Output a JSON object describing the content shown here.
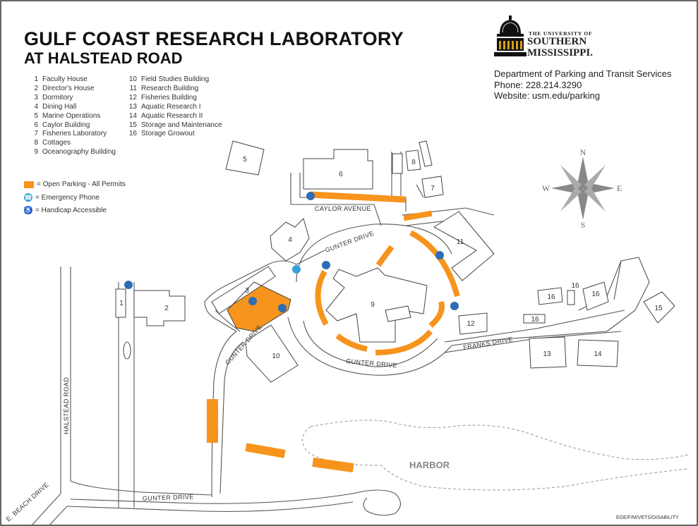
{
  "title": "GULF COAST RESEARCH LABORATORY",
  "subtitle": "AT HALSTEAD ROAD",
  "buildings_col1": [
    {
      "num": "1",
      "name": "Faculty House"
    },
    {
      "num": "2",
      "name": "Director's House"
    },
    {
      "num": "3",
      "name": "Dormitory"
    },
    {
      "num": "4",
      "name": "Dining Hall"
    },
    {
      "num": "5",
      "name": "Marine Operations"
    },
    {
      "num": "6",
      "name": "Caylor Building"
    },
    {
      "num": "7",
      "name": "Fisheries Laboratory"
    },
    {
      "num": "8",
      "name": "Cottages"
    },
    {
      "num": "9",
      "name": "Oceanography Building"
    }
  ],
  "buildings_col2": [
    {
      "num": "10",
      "name": "Field Studies Building"
    },
    {
      "num": "11",
      "name": "Research Building"
    },
    {
      "num": "12",
      "name": "Fisheries Building"
    },
    {
      "num": "13",
      "name": "Aquatic Research I"
    },
    {
      "num": "14",
      "name": "Aquatic Research II"
    },
    {
      "num": "15",
      "name": "Storage and Maintenance"
    },
    {
      "num": "16",
      "name": "Storage Growout"
    }
  ],
  "legend": {
    "parking": "= Open Parking - All Permits",
    "phone": "= Emergency Phone",
    "handicap": "= Handicap Accessible"
  },
  "university": {
    "line1": "THE UNIVERSITY OF",
    "line2": "SOUTHERN",
    "line3": "MISSISSIPPI."
  },
  "contact": {
    "dept": "Department of Parking and Transit Services",
    "phone": "Phone: 228.214.3290",
    "web": "Website: usm.edu/parking"
  },
  "compass": {
    "n": "N",
    "s": "S",
    "e": "E",
    "w": "W"
  },
  "streets": {
    "caylor": "CAYLOR AVENUE",
    "gunter1": "GUNTER DRIVE",
    "gunter2": "GUNTER DRIVE",
    "gunter3": "GUNTER DRIVE",
    "gunter4": "GUNTER DRIVE",
    "franks": "FRANKS DRIVE",
    "halstead": "HALSTEAD ROAD",
    "beach": "E. BEACH DRIVE"
  },
  "harbor": "HARBOR",
  "map_labels": {
    "b1": "1",
    "b2": "2",
    "b3": "3",
    "b4": "4",
    "b5": "5",
    "b6": "6",
    "b7": "7",
    "b8": "8",
    "b9": "9",
    "b10": "10",
    "b11": "11",
    "b12": "12",
    "b13": "13",
    "b14": "14",
    "b15": "15",
    "b16a": "16",
    "b16b": "16",
    "b16c": "16",
    "b16d": "16"
  },
  "footer": "EOE/F/M/VETS/DISABILITY",
  "colors": {
    "parking": "#F7941D",
    "accessible": "#2E6DB4",
    "phone": "#3AA0D8",
    "road": "#555555"
  }
}
